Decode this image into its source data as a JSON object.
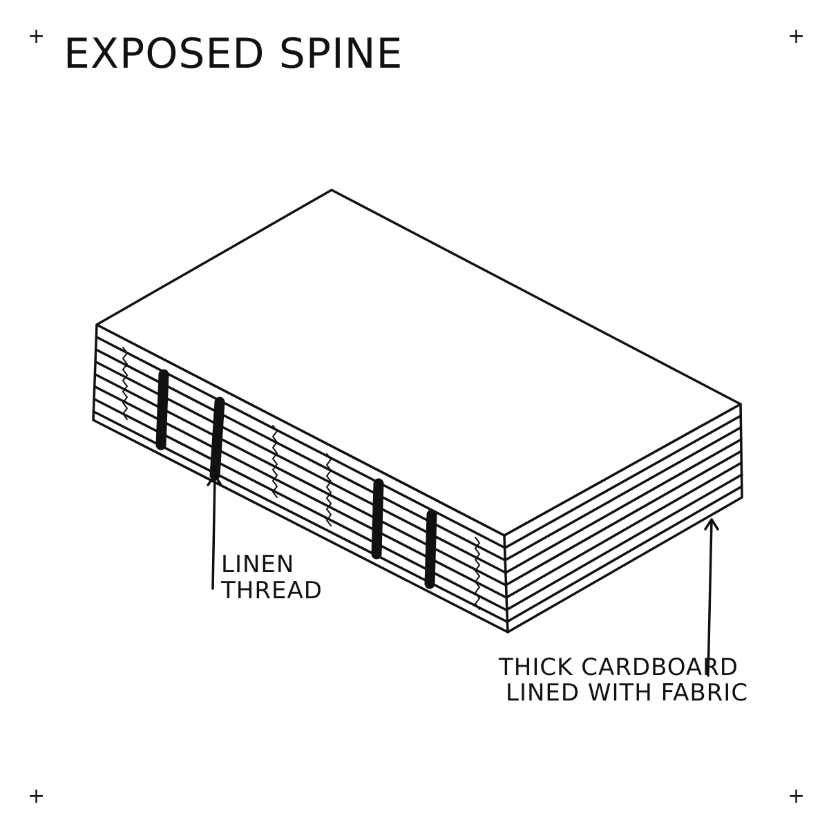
{
  "title": "EXPOSED SPINE",
  "corner_mark": "+",
  "labels": {
    "linen_line1": "LINEN",
    "linen_line2": "THREAD",
    "cardboard_line1": "THICK CARDBOARD",
    "cardboard_line2": "LINED WITH FABRIC"
  }
}
